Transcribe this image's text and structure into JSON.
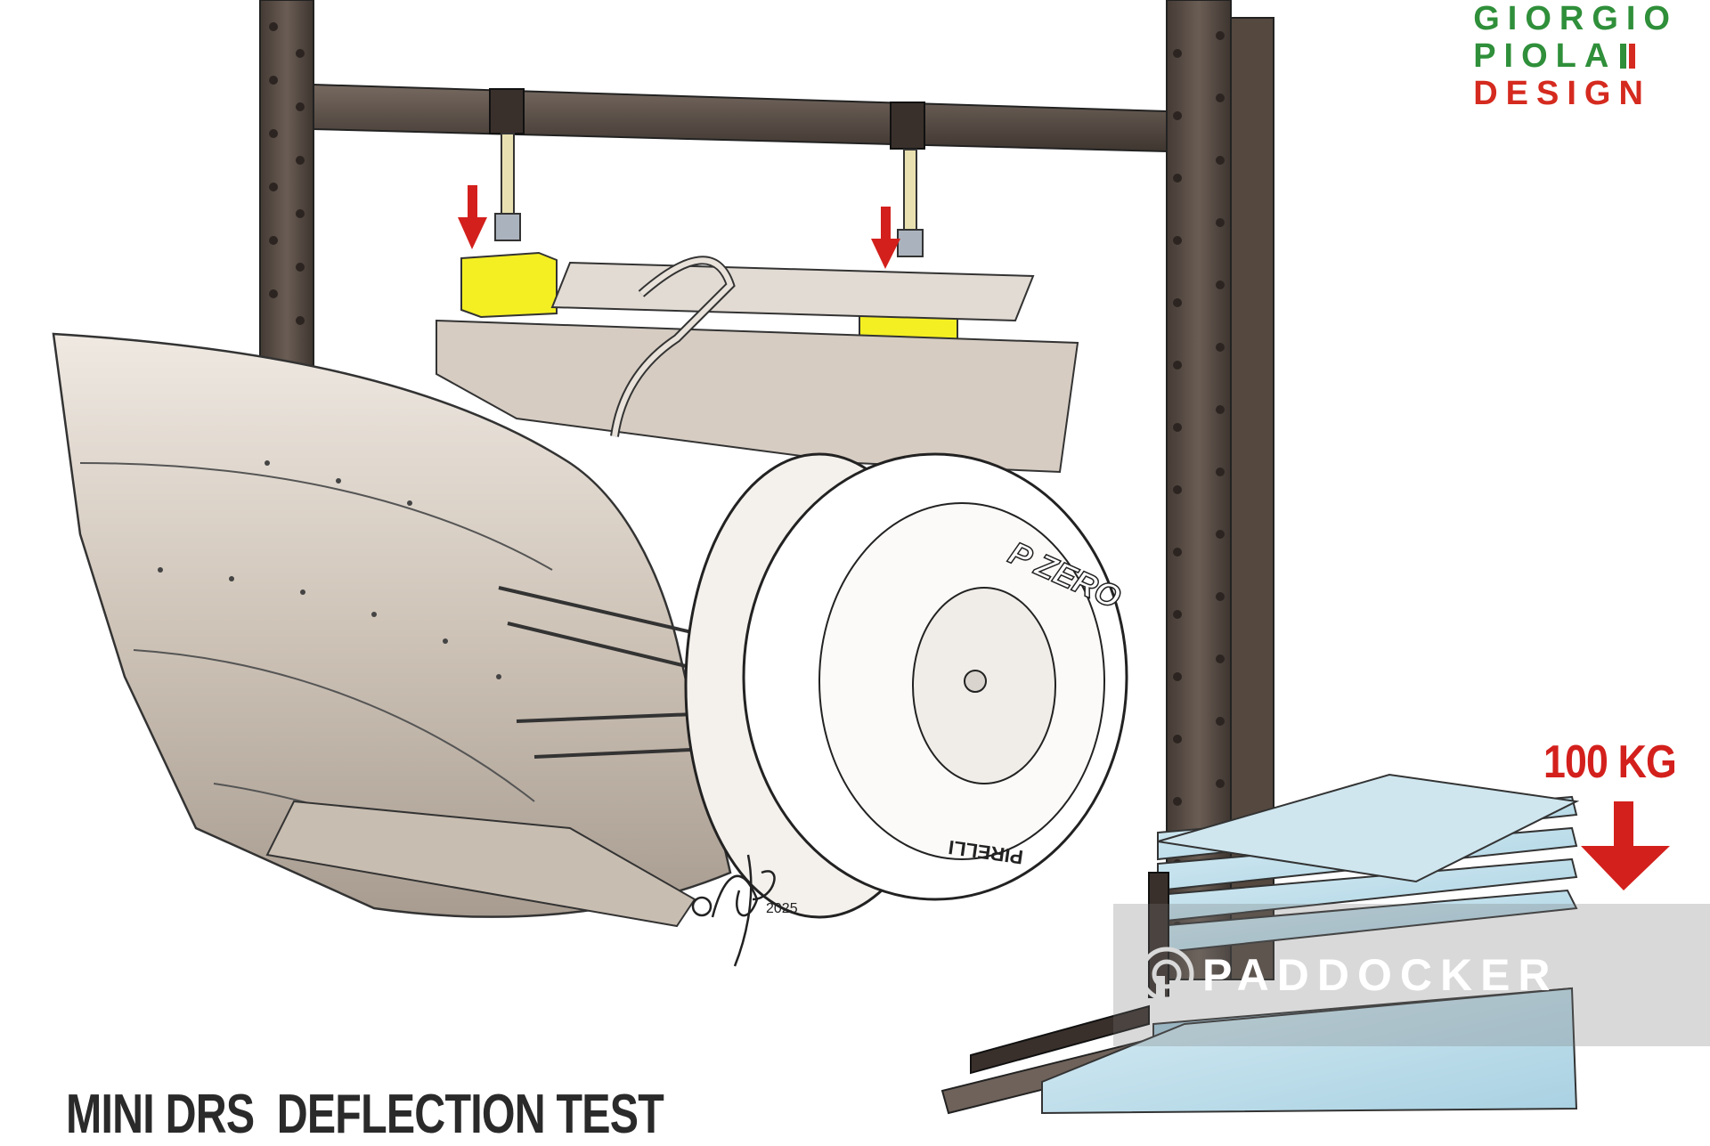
{
  "logo": {
    "line1": "GIORGIO",
    "line2": "PIOLA",
    "line3": "DESIGN",
    "flag_green": "#2f8f3a",
    "flag_red": "#d52a1f"
  },
  "load_label": "100 KG",
  "title": "MINI DRS  DEFLECTION TEST",
  "watermark": {
    "text": "PADDOCKER",
    "icon": "paddocker-logo-icon"
  },
  "signature": {
    "text": "©APS 2025",
    "icon": "artist-signature"
  },
  "tyre": {
    "sidewall_top": "P ZERO",
    "sidewall_bottom": "PIRELLI"
  },
  "colors": {
    "rig_frame": "#5b4f47",
    "car_body": "#d2c8bd",
    "load_pads": "#f4ef22",
    "weight_plates": "#bfe0ec",
    "arrows": "#d3201c"
  }
}
